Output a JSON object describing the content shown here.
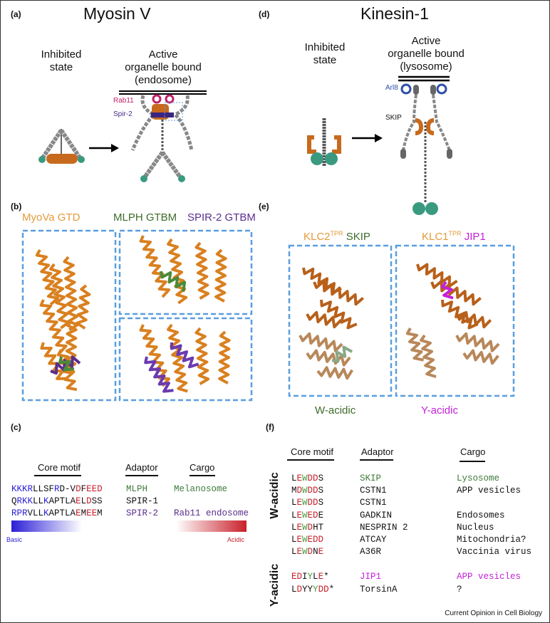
{
  "panels": {
    "a": "(a)",
    "b": "(b)",
    "c": "(c)",
    "d": "(d)",
    "e": "(e)",
    "f": "(f)"
  },
  "myosin": {
    "title": "Myosin V",
    "inhibited": [
      "Inhibited",
      "state"
    ],
    "active": [
      "Active",
      "organelle bound",
      "(endosome)"
    ],
    "rab11": "Rab11",
    "spir2": "Spir-2"
  },
  "kinesin": {
    "title": "Kinesin-1",
    "inhibited": [
      "Inhibited",
      "state"
    ],
    "active": [
      "Active",
      "organelle bound",
      "(lysosome)"
    ],
    "arl8": "Arl8",
    "skip": "SKIP"
  },
  "structures_b": {
    "myova": "MyoVa GTD",
    "mlph": "MLPH GTBM",
    "spir2": "SPIR-2 GTBM"
  },
  "structures_e": {
    "klc2": "KLC2",
    "klc2_sup": "TPR",
    "skip": "SKIP",
    "klc1": "KLC1",
    "klc1_sup": "TPR",
    "jip1": "JIP1",
    "w_acidic": "W-acidic",
    "y_acidic": "Y-acidic"
  },
  "colors": {
    "basic": "#2a1fd6",
    "acidic": "#c8202a",
    "green": "#3f7a3a",
    "purple": "#5b2e8c",
    "magenta": "#c321d8",
    "orange": "#e29b3a",
    "blue_box": "#5a9ee0"
  },
  "table_c": {
    "headers": {
      "core": "Core motif",
      "adaptor": "Adaptor",
      "cargo": "Cargo"
    },
    "rows": [
      {
        "motif": [
          [
            "KKKR",
            "b"
          ],
          [
            "LLSF",
            ""
          ],
          [
            "R",
            "b"
          ],
          [
            "D-V",
            ""
          ],
          [
            "D",
            "a"
          ],
          [
            "F",
            ""
          ],
          [
            "EED",
            "a"
          ]
        ],
        "adaptor": "MLPH",
        "adaptor_color": "green",
        "cargo": "Melanosome",
        "cargo_color": "green"
      },
      {
        "motif": [
          [
            "Q",
            ""
          ],
          [
            "RKK",
            "b"
          ],
          [
            "LL",
            ""
          ],
          [
            "K",
            "b"
          ],
          [
            "APTLA",
            ""
          ],
          [
            "E",
            "a"
          ],
          [
            "L",
            ""
          ],
          [
            "D",
            "a"
          ],
          [
            "SS",
            ""
          ]
        ],
        "adaptor": "SPIR-1",
        "adaptor_color": "",
        "cargo": "",
        "cargo_color": ""
      },
      {
        "motif": [
          [
            "RPR",
            "b"
          ],
          [
            "VLL",
            ""
          ],
          [
            "K",
            "b"
          ],
          [
            "APTLA",
            ""
          ],
          [
            "E",
            "a"
          ],
          [
            "M",
            ""
          ],
          [
            "EE",
            "a"
          ],
          [
            "M",
            ""
          ]
        ],
        "adaptor": "SPIR-2",
        "adaptor_color": "purple",
        "cargo": "Rab11 endosome",
        "cargo_color": "purple"
      }
    ],
    "legend": {
      "basic": "Basic",
      "acidic": "Acidic"
    }
  },
  "table_f": {
    "headers": {
      "core": "Core motif",
      "adaptor": "Adaptor",
      "cargo": "Cargo"
    },
    "w_label": "W-acidic",
    "y_label": "Y-acidic",
    "w_rows": [
      {
        "motif": [
          [
            "L",
            ""
          ],
          [
            "E",
            "a"
          ],
          [
            "W",
            "g"
          ],
          [
            "DD",
            "a"
          ],
          [
            "S",
            ""
          ]
        ],
        "adaptor": "SKIP",
        "adaptor_color": "green",
        "cargo": "Lysosome",
        "cargo_color": "green"
      },
      {
        "motif": [
          [
            "M",
            ""
          ],
          [
            "D",
            "a"
          ],
          [
            "W",
            "g"
          ],
          [
            "DD",
            "a"
          ],
          [
            "S",
            ""
          ]
        ],
        "adaptor": "CSTN1",
        "adaptor_color": "",
        "cargo": "APP vesicles",
        "cargo_color": ""
      },
      {
        "motif": [
          [
            "L",
            ""
          ],
          [
            "E",
            "a"
          ],
          [
            "W",
            "g"
          ],
          [
            "DD",
            "a"
          ],
          [
            "S",
            ""
          ]
        ],
        "adaptor": "CSTN1",
        "adaptor_color": "",
        "cargo": "",
        "cargo_color": ""
      },
      {
        "motif": [
          [
            "L",
            ""
          ],
          [
            "E",
            "a"
          ],
          [
            "W",
            "g"
          ],
          [
            "ED",
            "a"
          ],
          [
            "E",
            ""
          ]
        ],
        "adaptor": "GADKIN",
        "adaptor_color": "",
        "cargo": "Endosomes",
        "cargo_color": ""
      },
      {
        "motif": [
          [
            "L",
            ""
          ],
          [
            "E",
            "a"
          ],
          [
            "W",
            "g"
          ],
          [
            "D",
            "a"
          ],
          [
            "HT",
            ""
          ]
        ],
        "adaptor": "NESPRIN 2",
        "adaptor_color": "",
        "cargo": "Nucleus",
        "cargo_color": ""
      },
      {
        "motif": [
          [
            "L",
            ""
          ],
          [
            "E",
            "a"
          ],
          [
            "W",
            "g"
          ],
          [
            "EDD",
            "a"
          ]
        ],
        "adaptor": "ATCAY",
        "adaptor_color": "",
        "cargo": "Mitochondria?",
        "cargo_color": ""
      },
      {
        "motif": [
          [
            "L",
            ""
          ],
          [
            "E",
            "a"
          ],
          [
            "W",
            "g"
          ],
          [
            "D",
            "a"
          ],
          [
            "N",
            ""
          ],
          [
            "E",
            "a"
          ]
        ],
        "adaptor": "A36R",
        "adaptor_color": "",
        "cargo": "Vaccinia virus",
        "cargo_color": ""
      }
    ],
    "y_rows": [
      {
        "motif": [
          [
            "ED",
            "a"
          ],
          [
            "I",
            ""
          ],
          [
            "Y",
            "g"
          ],
          [
            "L",
            ""
          ],
          [
            "E",
            "a"
          ],
          [
            "*",
            ""
          ]
        ],
        "adaptor": "JIP1",
        "adaptor_color": "magenta",
        "cargo": "APP vesicles",
        "cargo_color": "magenta"
      },
      {
        "motif": [
          [
            "L",
            ""
          ],
          [
            "D",
            "a"
          ],
          [
            "YY",
            ""
          ],
          [
            "Y",
            "g"
          ],
          [
            "DD",
            "a"
          ],
          [
            "*",
            ""
          ]
        ],
        "adaptor": "TorsinA",
        "adaptor_color": "",
        "cargo": "?",
        "cargo_color": ""
      }
    ]
  },
  "footer": "Current Opinion in Cell Biology"
}
